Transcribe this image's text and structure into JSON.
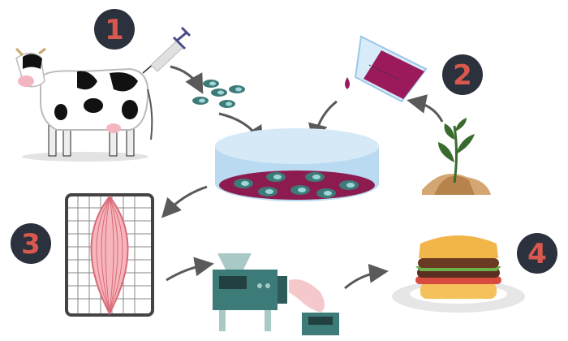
{
  "steps": [
    {
      "number": "1",
      "subject": "cow-biopsy"
    },
    {
      "number": "2",
      "subject": "plant-growth-medium"
    },
    {
      "number": "3",
      "subject": "muscle-scaffold"
    },
    {
      "number": "4",
      "subject": "burger"
    }
  ],
  "colors": {
    "badge_bg": "#2b313d",
    "badge_text": "#d9584e",
    "cell": "#3d7b78",
    "cell_nucleus": "#9fd6dc",
    "dish": "#b9daf0",
    "medium": "#8c1c4f",
    "arrow": "#5a5a5a"
  }
}
